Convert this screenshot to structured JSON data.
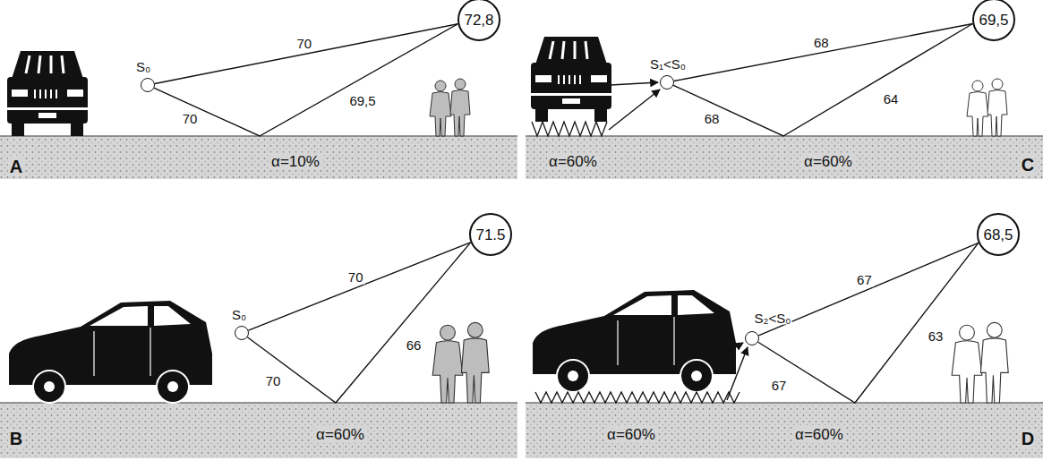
{
  "diagram": {
    "nodes": [
      {
        "text": [
          "S₀"
        ]
      },
      {
        "text": [
          "72,8"
        ]
      },
      {
        "text": [
          "S₁<S₀"
        ]
      },
      {
        "text": [
          "69,5"
        ]
      },
      {
        "text": [
          "S₀"
        ]
      },
      {
        "text": [
          "71.5"
        ]
      },
      {
        "text": [
          "S₂<S₀"
        ]
      },
      {
        "text": [
          "68,5"
        ]
      }
    ],
    "edges": [
      {
        "from": 0,
        "to": 1,
        "arrow": "none",
        "label": "70"
      },
      {
        "from": 0,
        "to": 1,
        "arrow": "none"
      },
      {
        "from": 2,
        "to": 3,
        "arrow": "none",
        "label": "68"
      },
      {
        "from": 2,
        "to": 3,
        "arrow": "none"
      },
      {
        "from": 4,
        "to": 5,
        "arrow": "none",
        "label": "70"
      },
      {
        "from": 4,
        "to": 5,
        "arrow": "none"
      },
      {
        "from": 6,
        "to": 7,
        "arrow": "none",
        "label": "67"
      },
      {
        "from": 6,
        "to": 7,
        "arrow": "none"
      }
    ],
    "labels": [
      "A",
      "α=10%",
      "70",
      "69,5",
      "α=60%",
      "α=60%",
      "68",
      "64",
      "C",
      "B",
      "α=60%",
      "70",
      "66",
      "α=60%",
      "α=60%",
      "67",
      "63",
      "D"
    ]
  }
}
